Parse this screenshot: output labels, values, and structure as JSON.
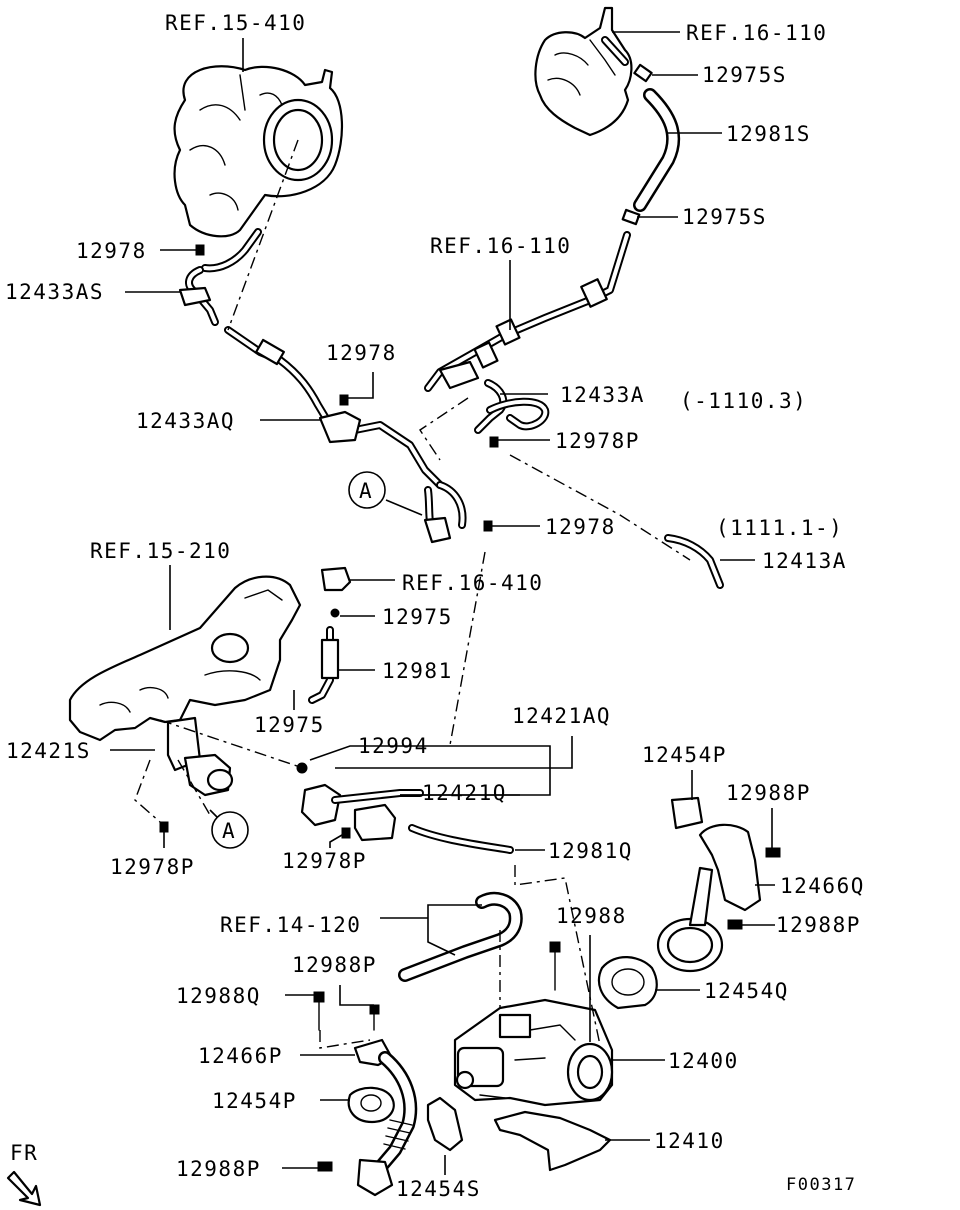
{
  "diagram": {
    "labels": {
      "ref_15_410": "REF.15-410",
      "ref_16_110_top": "REF.16-110",
      "p12975s_top": "12975S",
      "p12981s": "12981S",
      "p12975s_mid": "12975S",
      "ref_16_110_mid": "REF.16-110",
      "p12978_top": "12978",
      "p12433as": "12433AS",
      "p12978_mid": "12978",
      "p12433a": "12433A",
      "p12433a_note": "(-1110.3)",
      "p12433aq": "12433AQ",
      "p12978p_top": "12978P",
      "callout_a_top": "A",
      "p12978_low": "12978",
      "p12413a_note": "(1111.1-)",
      "p12413a": "12413A",
      "ref_15_210": "REF.15-210",
      "ref_16_410": "REF.16-410",
      "p12975_a": "12975",
      "p12981": "12981",
      "p12975_b": "12975",
      "p12421aq": "12421AQ",
      "p12421s": "12421S",
      "p12994": "12994",
      "p12454p_right": "12454P",
      "p12421q": "12421Q",
      "p12988p_right1": "12988P",
      "callout_a_bottom": "A",
      "p12978p_left": "12978P",
      "p12978p_mid": "12978P",
      "p12981q": "12981Q",
      "p12466q": "12466Q",
      "ref_14_120": "REF.14-120",
      "p12988": "12988",
      "p12988p_right2": "12988P",
      "p12988p_mid": "12988P",
      "p12454q": "12454Q",
      "p12988q": "12988Q",
      "p12466p": "12466P",
      "p12400": "12400",
      "p12454p_left": "12454P",
      "p12410": "12410",
      "fr": "FR",
      "p12988p_bottom": "12988P",
      "p12454s": "12454S",
      "figure_code": "F00317"
    }
  }
}
